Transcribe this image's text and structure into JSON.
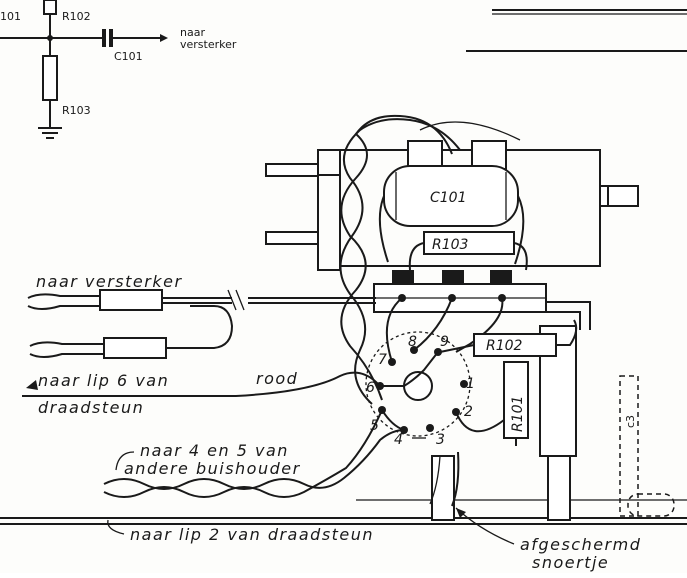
{
  "schematic": {
    "r101_label": "101",
    "r102_label": "R102",
    "r102_sub": "",
    "c101_label": "C101",
    "r103_label": "R103",
    "out_label_1": "naar",
    "out_label_2": "versterker"
  },
  "wiring": {
    "c101": "C101",
    "r103": "R103",
    "r102": "R102",
    "r101": "R101",
    "naar_versterker": "naar versterker",
    "naar_lip6_1": "naar lip 6 van",
    "naar_lip6_2": "draadsteun",
    "rood": "rood",
    "naar_4en5_1": "naar 4 en 5 van",
    "naar_4en5_2": "andere buishouder",
    "naar_lip2": "naar lip 2 van  draadsteun",
    "afgeschermd_1": "afgeschermd",
    "afgeschermd_2": "snoertje",
    "c3": "c3"
  },
  "pins": [
    "1",
    "2",
    "3",
    "4",
    "5",
    "6",
    "7",
    "8",
    "9"
  ],
  "colors": {
    "ink": "#1a1a1a",
    "paper": "#fdfdfb"
  }
}
